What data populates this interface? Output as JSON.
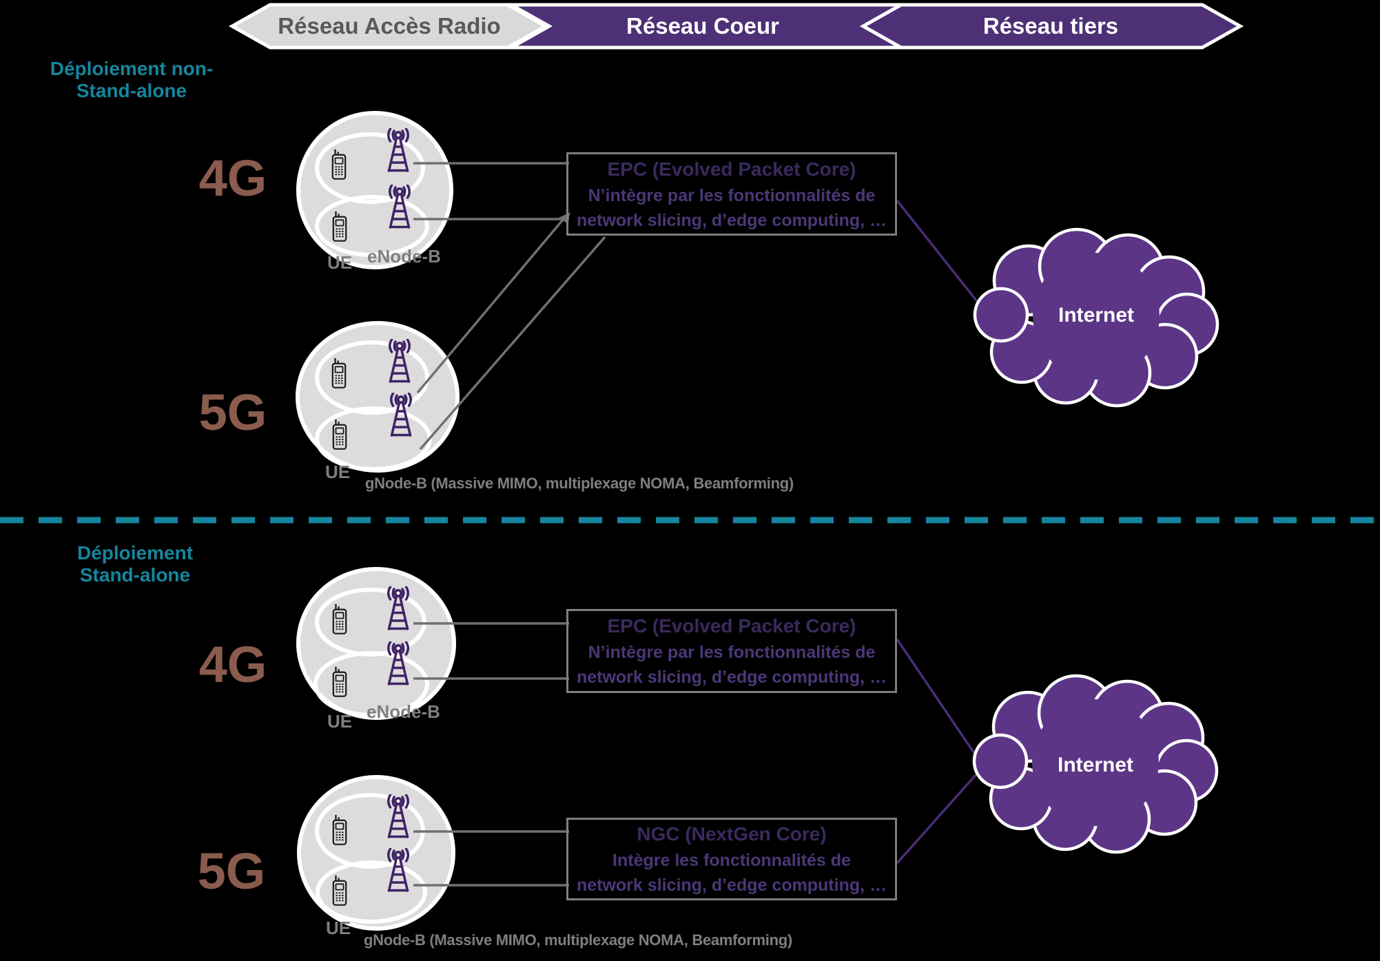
{
  "colors": {
    "background": "#000000",
    "teal_accent": "#16869E",
    "banner_gray_fill": "#D9D9D9",
    "banner_gray_text": "#595959",
    "banner_purple_fill": "#4D3076",
    "cloud_purple_fill": "#5C3587",
    "tower_purple": "#3F2366",
    "generation_brown": "#8A5C4E",
    "cluster_gray_fill": "#DCDCDC",
    "label_gray": "#7F7F7F",
    "box_border_gray": "#7F7F7F",
    "box_title_purple": "#3A2A5E",
    "box_subtitle_purple": "#4A3877",
    "connector_gray": "#707070",
    "connector_purple": "#4A2C77"
  },
  "banner": {
    "segments": [
      {
        "label": "Réseau Accès Radio"
      },
      {
        "label": "Réseau Coeur"
      },
      {
        "label": "Réseau tiers"
      }
    ]
  },
  "sections": [
    {
      "deployment": {
        "line1": "Déploiement non-",
        "line2": "Stand-alone"
      },
      "clusters": [
        {
          "gen": "4G",
          "ue": "UE",
          "node": "eNode-B"
        },
        {
          "gen": "5G",
          "ue": "UE",
          "node": "gNode-B (Massive MIMO, multiplexage NOMA, Beamforming)"
        }
      ],
      "epc_box": {
        "title": "EPC (Evolved Packet Core)",
        "sub1": "N’intègre par les fonctionnalités de",
        "sub2": "network slicing, d’edge computing, …"
      },
      "cloud": {
        "label": "Internet"
      }
    },
    {
      "deployment": {
        "line1": "Déploiement",
        "line2": "Stand-alone"
      },
      "clusters": [
        {
          "gen": "4G",
          "ue": "UE",
          "node": "eNode-B"
        },
        {
          "gen": "5G",
          "ue": "UE",
          "node": "gNode-B (Massive MIMO, multiplexage NOMA, Beamforming)"
        }
      ],
      "epc_box": {
        "title": "EPC (Evolved Packet Core)",
        "sub1": "N’intègre par les fonctionnalités de",
        "sub2": "network slicing, d’edge computing, …"
      },
      "ngc_box": {
        "title": "NGC (NextGen Core)",
        "sub1": "Intègre les fonctionnalités de",
        "sub2": "network slicing, d’edge computing, …"
      },
      "cloud": {
        "label": "Internet"
      }
    }
  ]
}
